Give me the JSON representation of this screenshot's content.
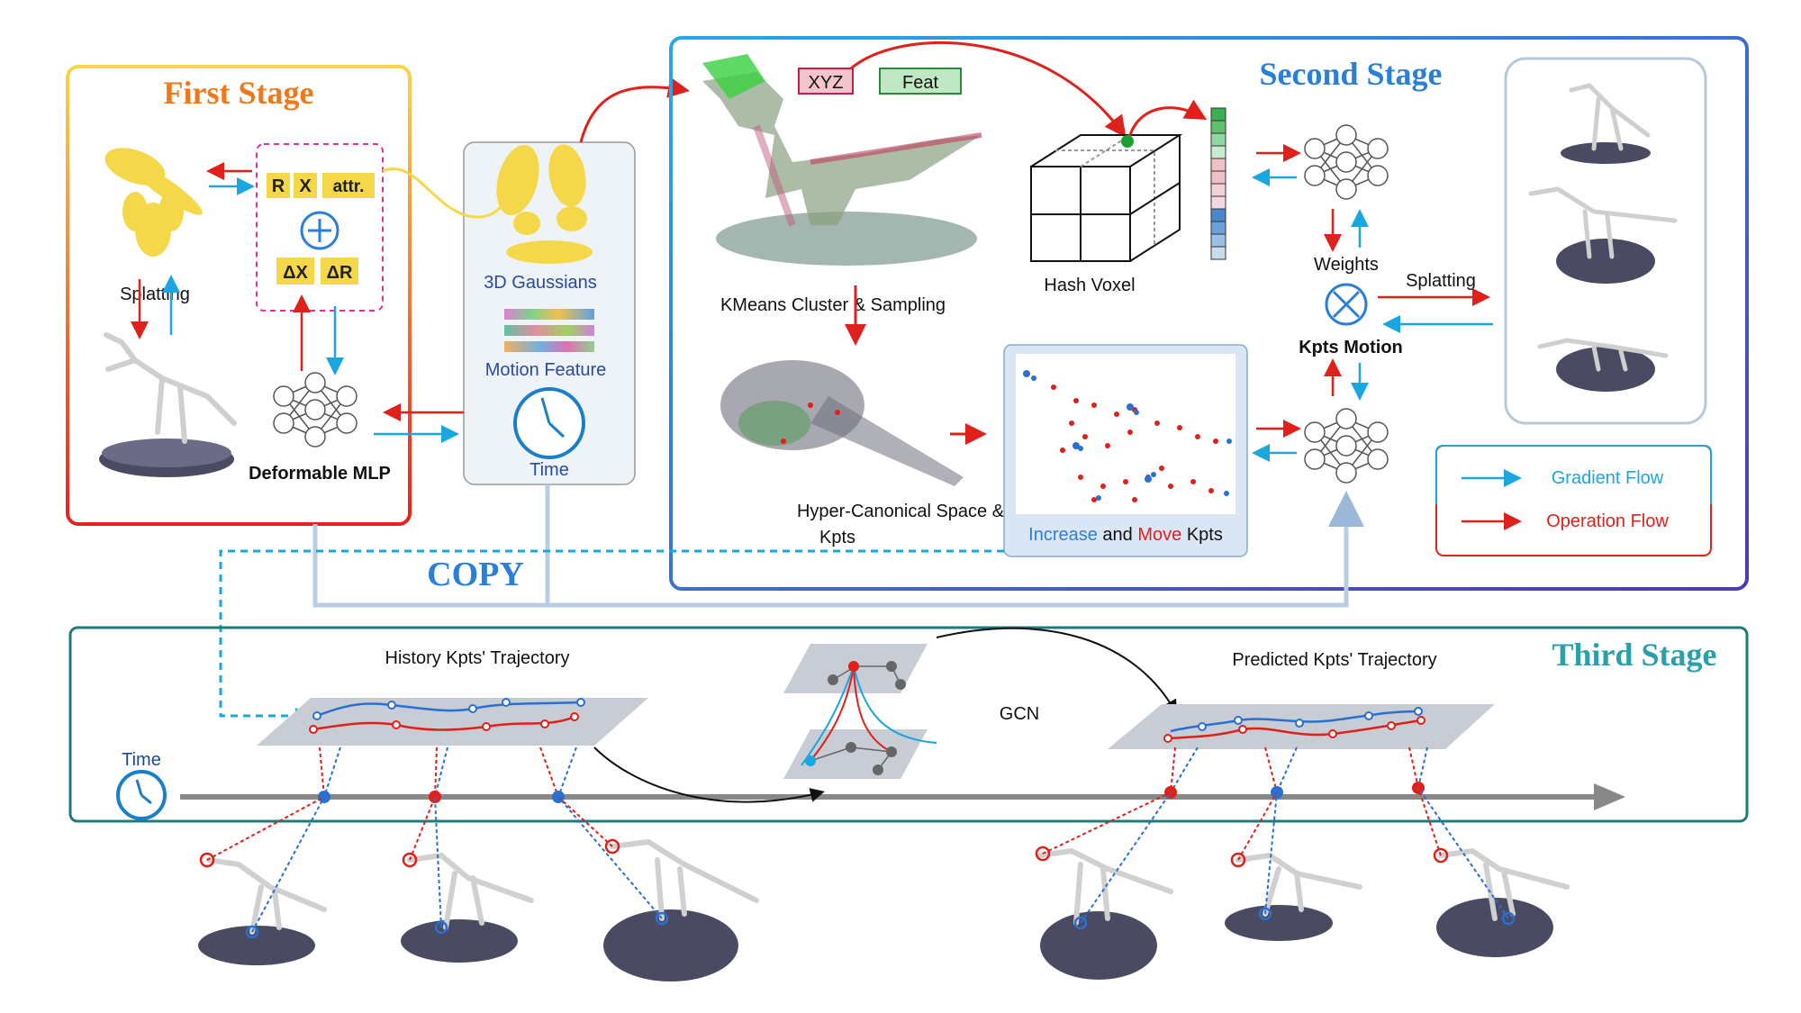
{
  "stages": {
    "first": "First Stage",
    "second": "Second Stage",
    "third": "Third Stage"
  },
  "first_stage": {
    "attr_r": "R",
    "attr_x": "X",
    "attr_attr": "attr.",
    "delta_x": "ΔX",
    "delta_r": "ΔR",
    "splatting": "Splatting",
    "deformable_mlp": "Deformable MLP"
  },
  "middle_panel": {
    "gaussians": "3D Gaussians",
    "motion_feature": "Motion Feature",
    "time": "Time"
  },
  "second_stage": {
    "xyz": "XYZ",
    "feat": "Feat",
    "kmeans": "KMeans Cluster & Sampling",
    "hash_voxel": "Hash Voxel",
    "weights": "Weights",
    "splatting": "Splatting",
    "kpts_motion": "Kpts Motion",
    "hyper_line1": "Hyper-Canonical Space &",
    "hyper_line2": "Kpts",
    "inc_increase": "Increase",
    "inc_and": " and ",
    "inc_move": "Move",
    "inc_kpts": " Kpts"
  },
  "legend": {
    "gradient": "Gradient Flow",
    "operation": "Operation Flow"
  },
  "copy_label": "COPY",
  "third_stage": {
    "history": "History Kpts' Trajectory",
    "predicted": "Predicted Kpts' Trajectory",
    "gcn": "GCN",
    "time": "Time"
  },
  "colors": {
    "first_stage_title": "#f07818",
    "second_stage_title": "#2a7fd8",
    "third_stage_title": "#2aa0a8",
    "gradient_flow": "#1aa7e0",
    "operation_flow": "#e0201a",
    "gaussian_yellow": "#f5d84a",
    "copy_blue": "#2a7fd8"
  }
}
